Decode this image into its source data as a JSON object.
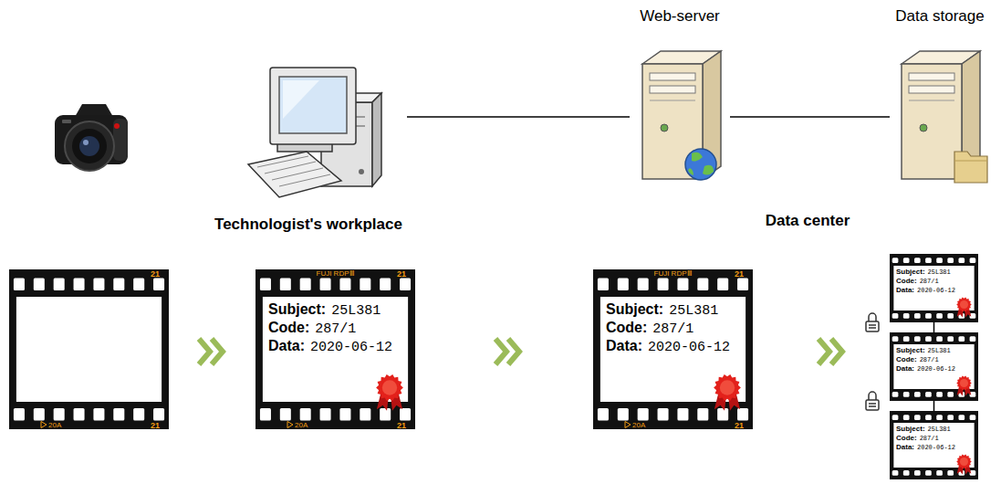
{
  "diagram": {
    "nodes": [
      {
        "text": [
          "Technologist's workplace"
        ]
      },
      {
        "text": [
          "Web-server"
        ]
      },
      {
        "text": [
          "Data storage"
        ]
      },
      {
        "text": [
          "Subject:",
          "25L381",
          "Code:",
          "287/1",
          "Data:",
          "2020-06-12"
        ]
      },
      {
        "text": [
          "Subject:",
          "25L381",
          "Code:",
          "287/1",
          "Data:",
          "2020-06-12"
        ]
      },
      {
        "text": [
          "Subject:",
          "25L381",
          "Code:",
          "287/1",
          "Data:",
          "2020-06-12"
        ]
      },
      {
        "text": [
          "Subject:",
          "25L381",
          "Code:",
          "287/1",
          "Data:",
          "2020-06-12"
        ]
      },
      {
        "text": [
          "Subject:",
          "25L381",
          "Code:",
          "287/1",
          "Data:",
          "2020-06-12"
        ]
      }
    ],
    "edges": [
      {
        "from": 0,
        "to": 1,
        "arrow": "none"
      },
      {
        "from": 1,
        "to": 2,
        "arrow": "none"
      },
      {
        "from": 5,
        "to": 6,
        "arrow": "none"
      },
      {
        "from": 6,
        "to": 7,
        "arrow": "none"
      }
    ],
    "labels": [
      "Data center",
      "21",
      "20A",
      "21",
      "FUJI RDPⅢ",
      "21",
      "20A",
      "21",
      "FUJI RDPⅢ",
      "21",
      "20A",
      "21"
    ]
  }
}
